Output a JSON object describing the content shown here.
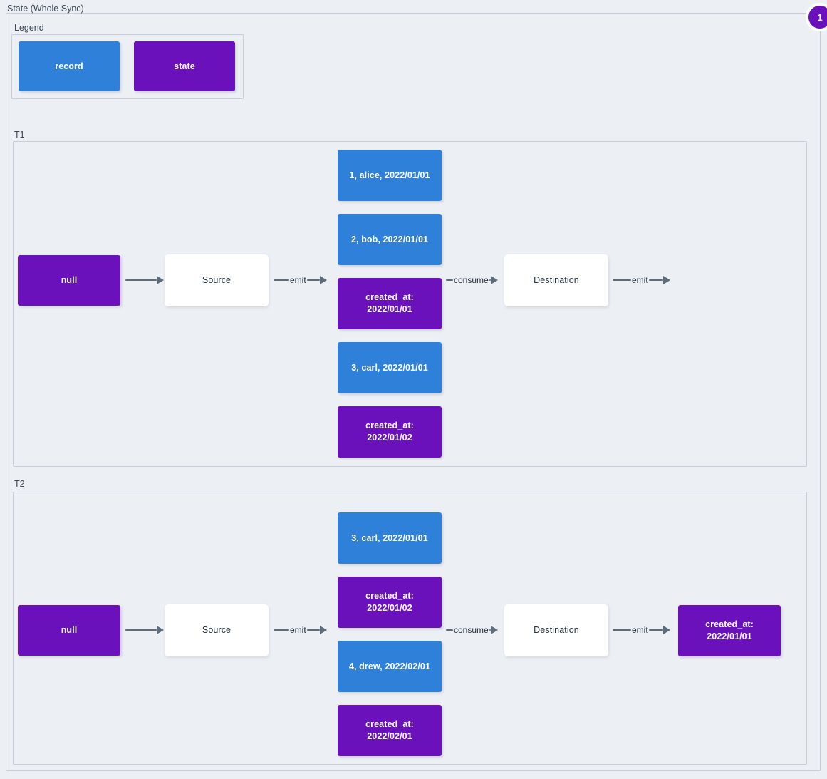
{
  "diagram": {
    "title": "State (Whole Sync)",
    "badge": "1",
    "colors": {
      "record": "#2f80d8",
      "state": "#6a11bb",
      "plain": "#ffffff",
      "edge": "#5e6b7a",
      "background": "#eceff4",
      "border": "#c5cfdb"
    }
  },
  "legend": {
    "title": "Legend",
    "items": [
      {
        "label": "record",
        "kind": "record"
      },
      {
        "label": "state",
        "kind": "state"
      }
    ]
  },
  "groups": [
    {
      "label": "T1",
      "source": "Source",
      "destination": "Destination",
      "initial_state": "null",
      "edges": {
        "state_to_source": "",
        "source_emit": "emit",
        "destination_consume": "consume",
        "destination_emit": "emit"
      },
      "stream": [
        {
          "kind": "record",
          "label": "1, alice, 2022/01/01"
        },
        {
          "kind": "record",
          "label": "2, bob, 2022/01/01"
        },
        {
          "kind": "state",
          "label": "created_at:\n2022/01/01"
        },
        {
          "kind": "record",
          "label": "3, carl, 2022/01/01"
        },
        {
          "kind": "state",
          "label": "created_at:\n2022/01/02"
        }
      ],
      "final_state": null
    },
    {
      "label": "T2",
      "source": "Source",
      "destination": "Destination",
      "initial_state": "null",
      "edges": {
        "state_to_source": "",
        "source_emit": "emit",
        "destination_consume": "consume",
        "destination_emit": "emit"
      },
      "stream": [
        {
          "kind": "record",
          "label": "3, carl, 2022/01/01"
        },
        {
          "kind": "state",
          "label": "created_at:\n2022/01/02"
        },
        {
          "kind": "record",
          "label": "4, drew, 2022/02/01"
        },
        {
          "kind": "state",
          "label": "created_at:\n2022/02/01"
        }
      ],
      "final_state": {
        "kind": "state",
        "label": "created_at:\n2022/01/01"
      }
    }
  ]
}
